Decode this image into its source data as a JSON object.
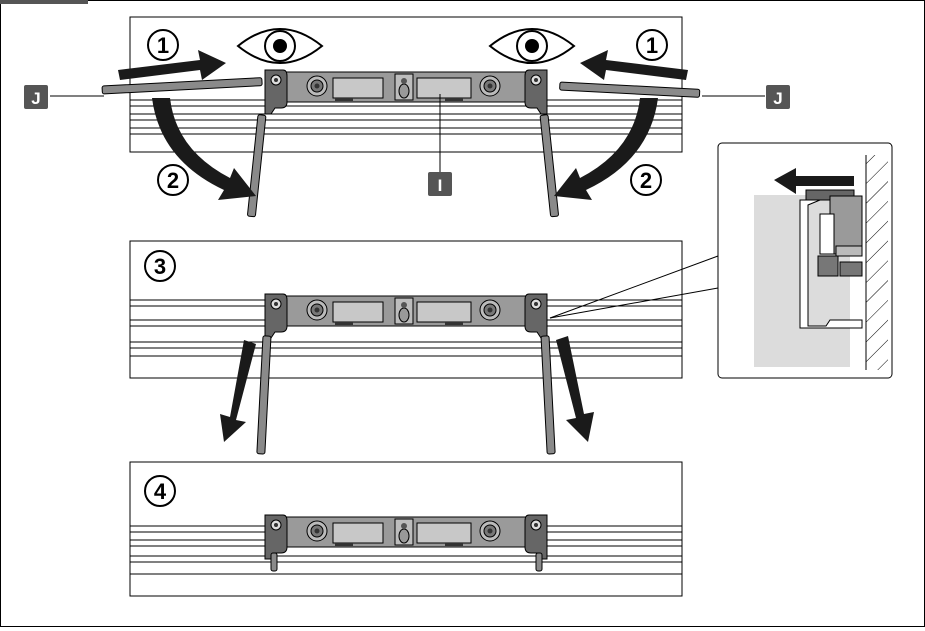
{
  "steps": {
    "one": "1",
    "two": "2",
    "three": "3",
    "four": "4"
  },
  "labels": {
    "J": "J",
    "I": "I"
  },
  "icons": {
    "eye": "eye-icon",
    "arrow": "arrow-icon",
    "curved_arrow": "curved-arrow-icon"
  },
  "colors": {
    "stroke": "#000000",
    "panel_fill": "#ffffff",
    "bracket": "#8c8c8c",
    "bracket_dark": "#555555",
    "rod": "#8a8a8a",
    "label_box": "#555555",
    "arrow": "#1a1a1a",
    "detail_bg": "#dcdcdc"
  }
}
